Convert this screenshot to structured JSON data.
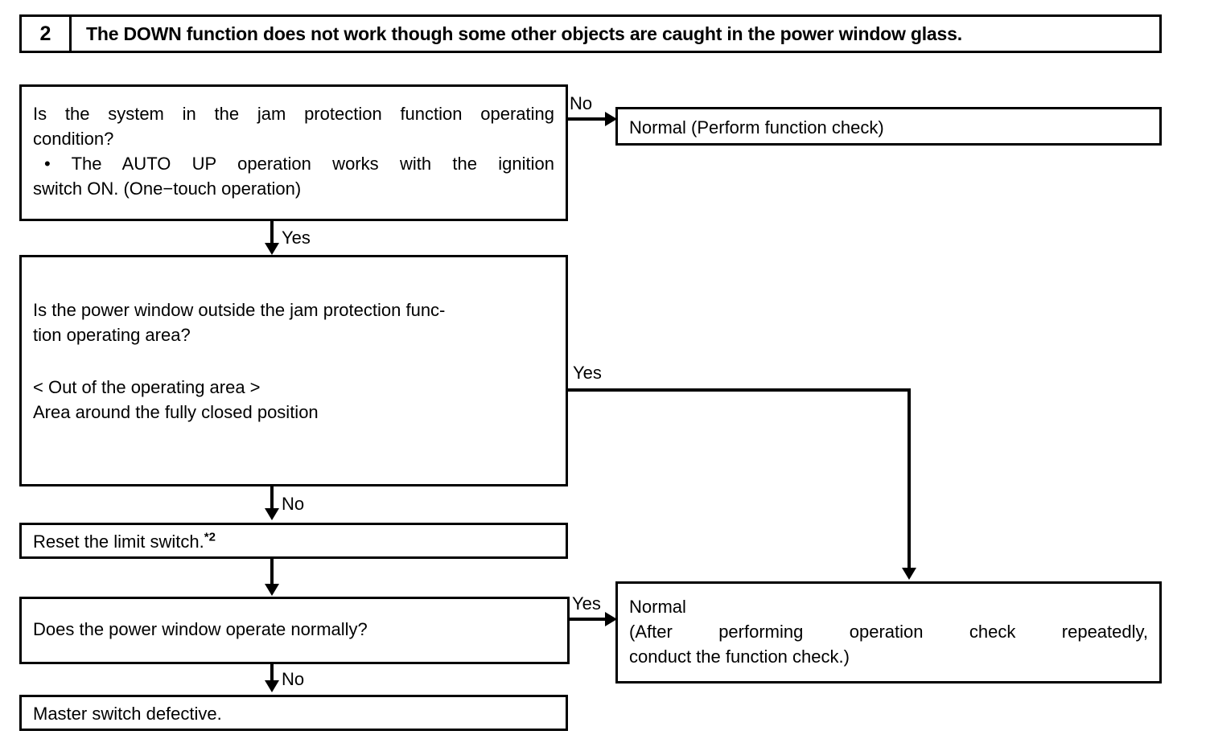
{
  "header": {
    "number": "2",
    "title": "The DOWN function does not work though some other objects are caught in the power window glass."
  },
  "nodes": {
    "q1_line1": "Is the system in the jam protection function operating",
    "q1_line2": "condition?",
    "q1_bullet": "• The AUTO UP operation works with the ignition",
    "q1_bullet_cont": "switch ON. (One−touch operation)",
    "q2_line1": "Is the power window outside the jam protection func-",
    "q2_line2": "tion operating area?",
    "q2_line3": "< Out of the operating area >",
    "q2_line4": "Area around the fully closed position",
    "reset": "Reset the limit switch.",
    "reset_footnote": "*2",
    "q3": "Does the power window operate normally?",
    "master_switch": "Master switch defective.",
    "normal_top": "Normal (Perform function check)",
    "normal_bottom_line1": "Normal",
    "normal_bottom_line2": "(After performing operation check repeatedly,",
    "normal_bottom_line3": "conduct the function check.)"
  },
  "edges": {
    "q1_no": "No",
    "q1_yes": "Yes",
    "q2_yes": "Yes",
    "q2_no": "No",
    "q3_yes": "Yes",
    "q3_no": "No"
  },
  "colors": {
    "ink": "#000000",
    "paper": "#ffffff"
  }
}
